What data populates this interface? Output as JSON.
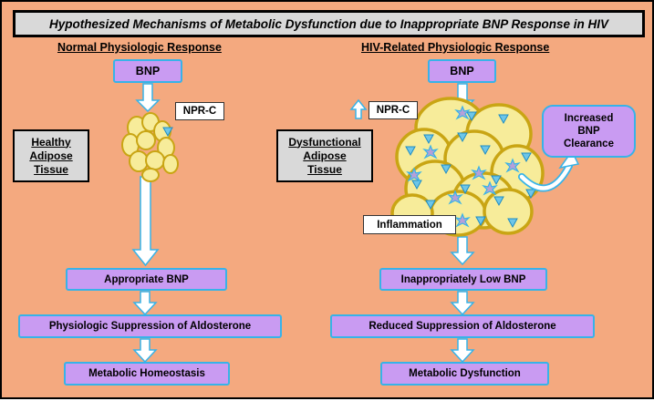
{
  "title": "Hypothesized Mechanisms of Metabolic Dysfunction due to Inappropriate BNP Response in HIV",
  "normal": {
    "heading": "Normal Physiologic Response",
    "bnp": "BNP",
    "receptor": "NPR-C",
    "tissue": [
      "Healthy",
      "Adipose",
      "Tissue"
    ],
    "step1": "Appropriate BNP",
    "step2": "Physiologic Suppression of Aldosterone",
    "step3": "Metabolic Homeostasis"
  },
  "hiv": {
    "heading": "HIV-Related Physiologic Response",
    "bnp": "BNP",
    "receptor": "NPR-C",
    "tissue": [
      "Dysfunctional",
      "Adipose",
      "Tissue"
    ],
    "clearance": [
      "Increased",
      "BNP",
      "Clearance"
    ],
    "inflammation": "Inflammation",
    "step1": "Inappropriately Low BNP",
    "step2": "Reduced Suppression of Aldosterone",
    "step3": "Metabolic Dysfunction"
  },
  "colors": {
    "background": "#f4a97f",
    "box_fill": "#c99bf2",
    "box_border": "#37b3e8",
    "adipocyte_fill": "#f7ec9a",
    "adipocyte_border": "#c9a514",
    "label_fill": "#d9d9d9"
  }
}
